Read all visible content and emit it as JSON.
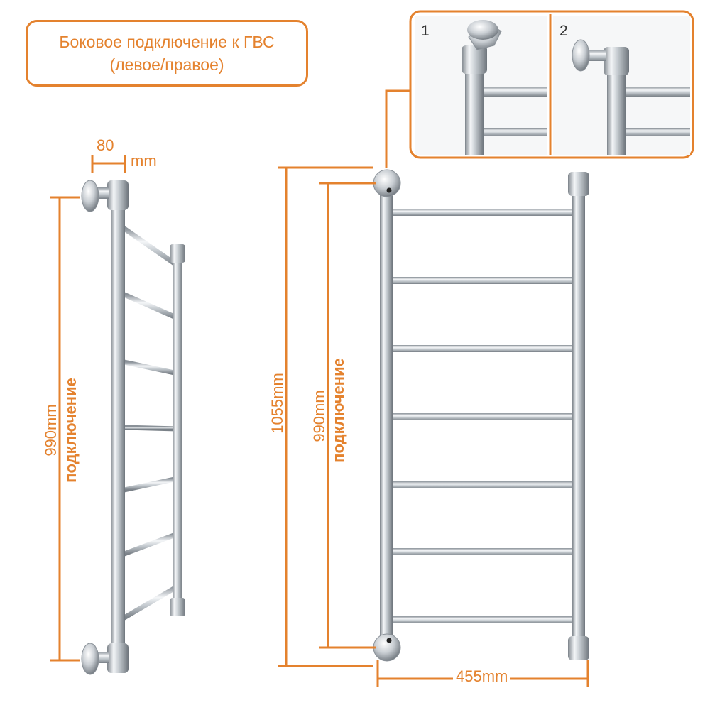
{
  "title": {
    "line1": "Боковое подключение к ГВС",
    "line2": "(левое/правое)"
  },
  "dims": {
    "depth_value": "80",
    "depth_unit": "mm",
    "side_height": "990mm",
    "side_connection": "подключение",
    "total_height": "1055mm",
    "front_height": "990mm",
    "front_connection": "подключение",
    "width": "455mm"
  },
  "inset": {
    "variant1": "1",
    "variant2": "2"
  },
  "colors": {
    "accent": "#e4822e",
    "chrome": "#b8bec4"
  }
}
